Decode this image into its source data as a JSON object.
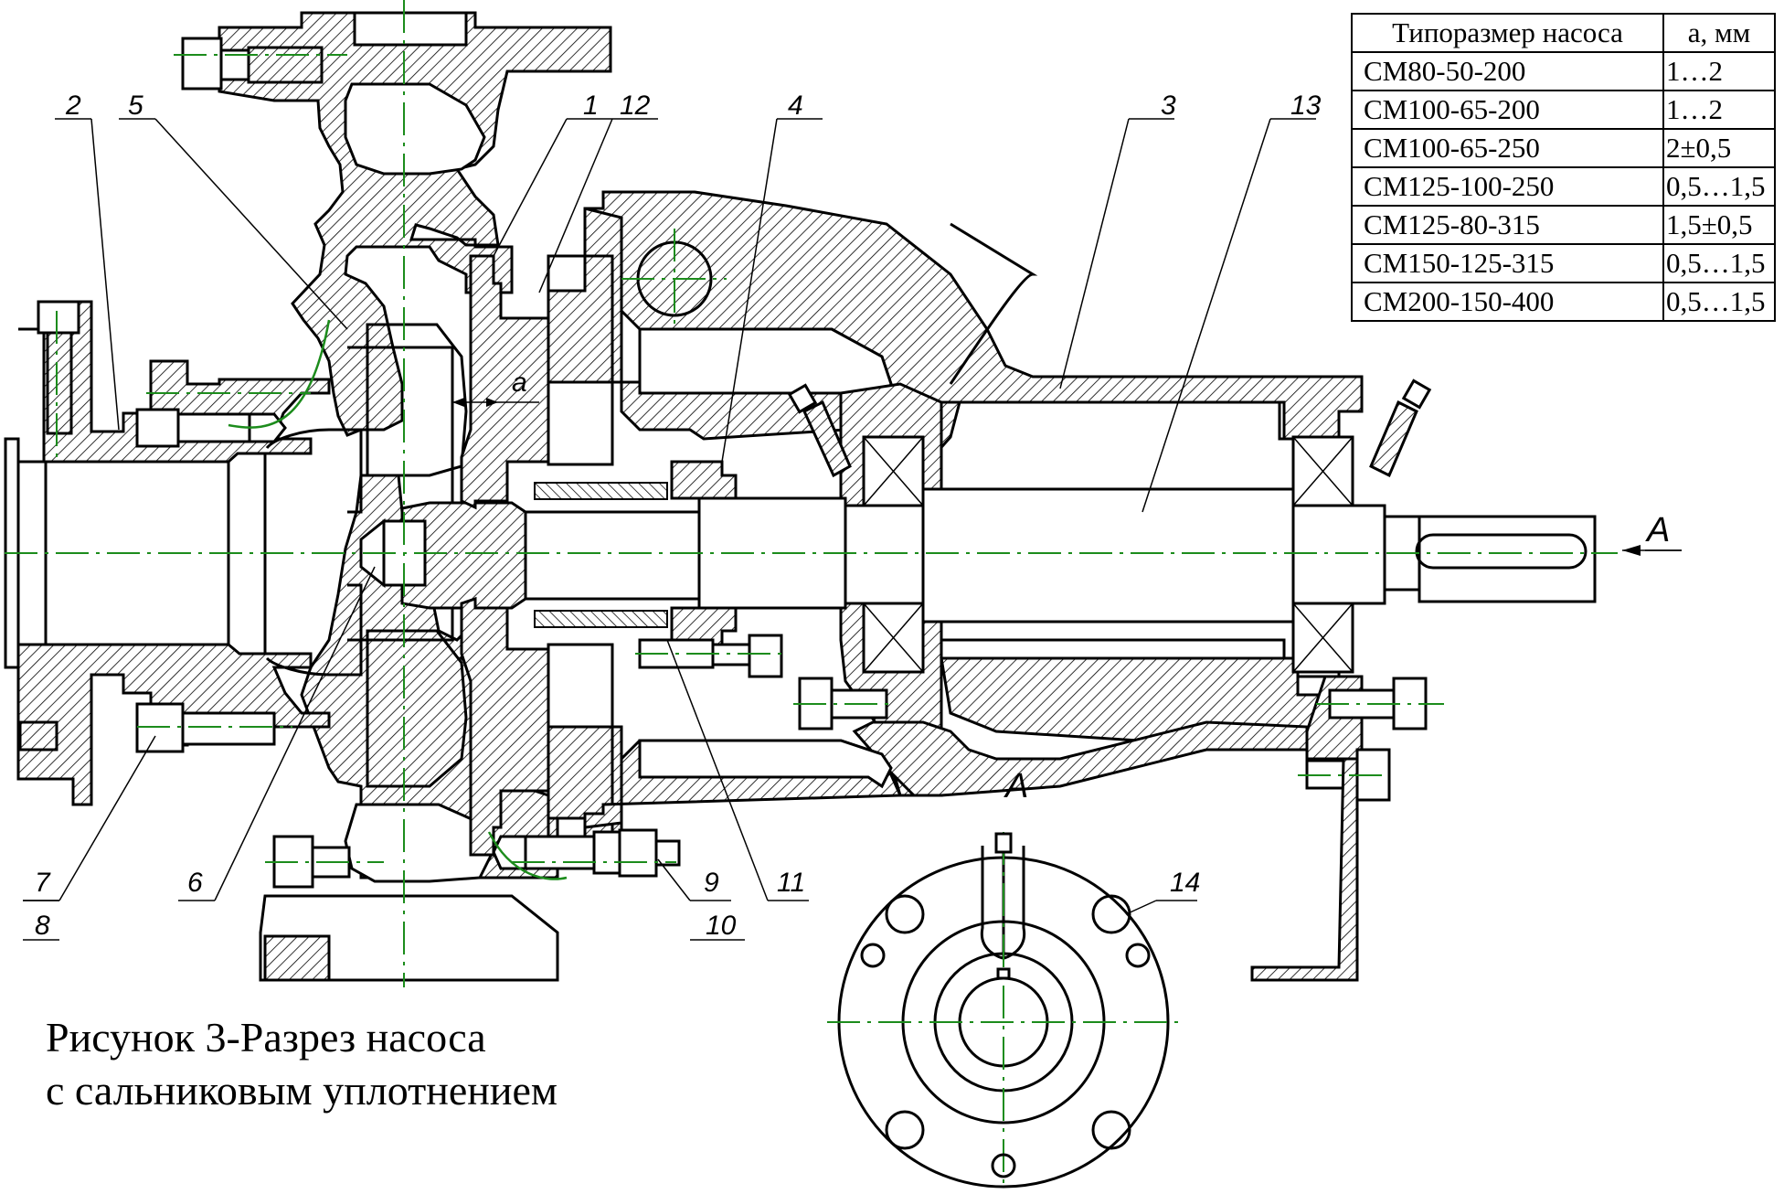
{
  "table": {
    "headers": [
      "Типоразмер насоса",
      "а, мм"
    ],
    "rows": [
      [
        "СМ80-50-200",
        "1…2"
      ],
      [
        "СМ100-65-200",
        "1…2"
      ],
      [
        "СМ100-65-250",
        "2±0,5"
      ],
      [
        "СМ125-100-250",
        "0,5…1,5"
      ],
      [
        "СМ125-80-315",
        "1,5±0,5"
      ],
      [
        "СМ150-125-315",
        "0,5…1,5"
      ],
      [
        "СМ200-150-400",
        "0,5…1,5"
      ]
    ]
  },
  "caption": {
    "line1": "Рисунок 3-Разрез насоса",
    "line2": "с сальниковым уплотнением"
  },
  "labels": {
    "p1": "1",
    "p2": "2",
    "p3": "3",
    "p4": "4",
    "p5": "5",
    "p6": "6",
    "p7": "7",
    "p8": "8",
    "p9": "9",
    "p10": "10",
    "p11": "11",
    "p12": "12",
    "p13": "13",
    "p14": "14",
    "dim_a": "a",
    "view_arrow": "А",
    "view_title": "А"
  },
  "colors": {
    "lines": "#000000",
    "axis_lines": "#1c8c1c"
  }
}
